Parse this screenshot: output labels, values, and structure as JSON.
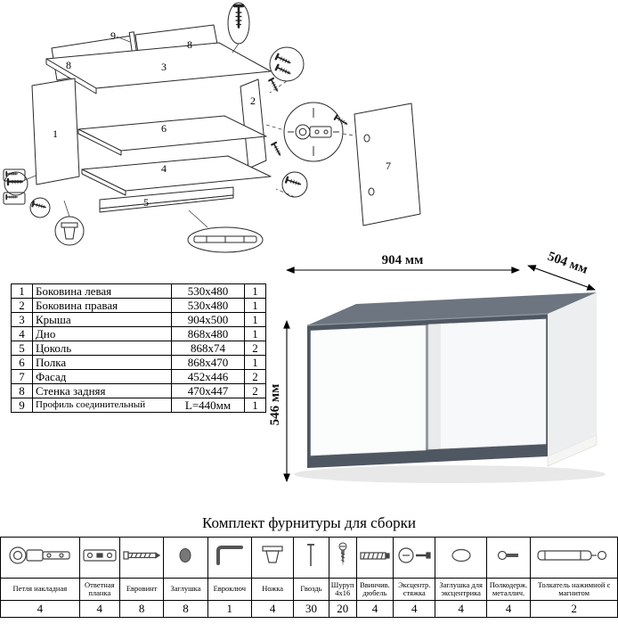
{
  "exploded": {
    "labels": {
      "part1": "1",
      "part2": "2",
      "part3": "3",
      "part4": "4",
      "part5": "5",
      "part6": "6",
      "part7": "7",
      "part8a": "8",
      "part8b": "8",
      "part9": "9"
    }
  },
  "render": {
    "width_label": "904 мм",
    "depth_label": "504 мм",
    "height_label": "546 мм",
    "colors": {
      "body": "#4f5762",
      "top": "#6d7580",
      "doors": "#fbfcfc"
    }
  },
  "parts_table": {
    "rows": [
      {
        "num": "1",
        "name": "Боковина левая",
        "size": "530x480",
        "qty": "1"
      },
      {
        "num": "2",
        "name": "Боковина правая",
        "size": "530x480",
        "qty": "1"
      },
      {
        "num": "3",
        "name": "Крыша",
        "size": "904x500",
        "qty": "1"
      },
      {
        "num": "4",
        "name": "Дно",
        "size": "868x480",
        "qty": "1"
      },
      {
        "num": "5",
        "name": "Цоколь",
        "size": "868x74",
        "qty": "2"
      },
      {
        "num": "6",
        "name": "Полка",
        "size": "868x470",
        "qty": "1"
      },
      {
        "num": "7",
        "name": "Фасад",
        "size": "452x446",
        "qty": "2"
      },
      {
        "num": "8",
        "name": "Стенка задняя",
        "size": "470x447",
        "qty": "2"
      },
      {
        "num": "9",
        "name": "Профиль соединительный",
        "size": "L=440мм",
        "qty": "1"
      }
    ]
  },
  "hardware": {
    "title": "Комплект фурнитуры для сборки",
    "items": [
      {
        "name": "Петля накладная",
        "qty": "4"
      },
      {
        "name": "Ответная планка",
        "qty": "4"
      },
      {
        "name": "Евровинт",
        "qty": "8"
      },
      {
        "name": "Заглушка",
        "qty": "8"
      },
      {
        "name": "Евроключ",
        "qty": "1"
      },
      {
        "name": "Ножка",
        "qty": "4"
      },
      {
        "name": "Гвоздь",
        "qty": "30"
      },
      {
        "name": "Шуруп 4x16",
        "qty": "20"
      },
      {
        "name": "Ввинчив. дюбель",
        "qty": "4"
      },
      {
        "name": "Эксцентр. стяжка",
        "qty": "4"
      },
      {
        "name": "Заглушка для эксцентрика",
        "qty": "4"
      },
      {
        "name": "Полкодерж. металлич.",
        "qty": "4"
      },
      {
        "name": "Толкатель нажимной с магнитом",
        "qty": "2"
      }
    ]
  }
}
